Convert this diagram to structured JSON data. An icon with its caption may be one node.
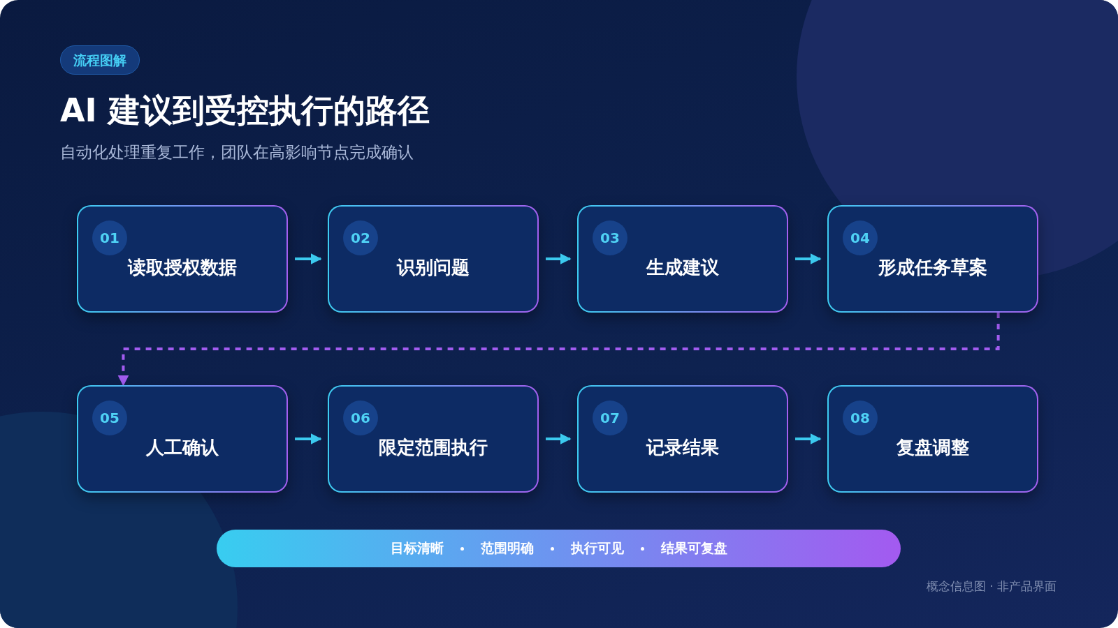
{
  "diagram": {
    "title": "AI 建议到受控执行的路径",
    "caption": "自动化处理重复工作，团队在高影响节点完成确认",
    "nodes": [
      {
        "text": [
          "01",
          "读取授权数据"
        ]
      },
      {
        "text": [
          "02",
          "识别问题"
        ]
      },
      {
        "text": [
          "03",
          "生成建议"
        ]
      },
      {
        "text": [
          "04",
          "形成任务草案"
        ]
      },
      {
        "text": [
          "05",
          "人工确认"
        ]
      },
      {
        "text": [
          "06",
          "限定范围执行"
        ]
      },
      {
        "text": [
          "07",
          "记录结果"
        ]
      },
      {
        "text": [
          "08",
          "复盘调整"
        ]
      }
    ],
    "edges": [
      {
        "from": 0,
        "to": 1,
        "arrow": "to"
      },
      {
        "from": 1,
        "to": 2,
        "arrow": "to"
      },
      {
        "from": 2,
        "to": 3,
        "arrow": "to"
      },
      {
        "from": 3,
        "to": 4,
        "arrow": "to",
        "style": "dashed",
        "color": "#a25cf0"
      },
      {
        "from": 4,
        "to": 5,
        "arrow": "to"
      },
      {
        "from": 5,
        "to": 6,
        "arrow": "to"
      },
      {
        "from": 6,
        "to": 7,
        "arrow": "to"
      }
    ],
    "labels": [
      "流程图解",
      "目标清晰",
      "范围明确",
      "执行可见",
      "结果可复盘",
      "概念信息图 · 非产品界面"
    ]
  }
}
